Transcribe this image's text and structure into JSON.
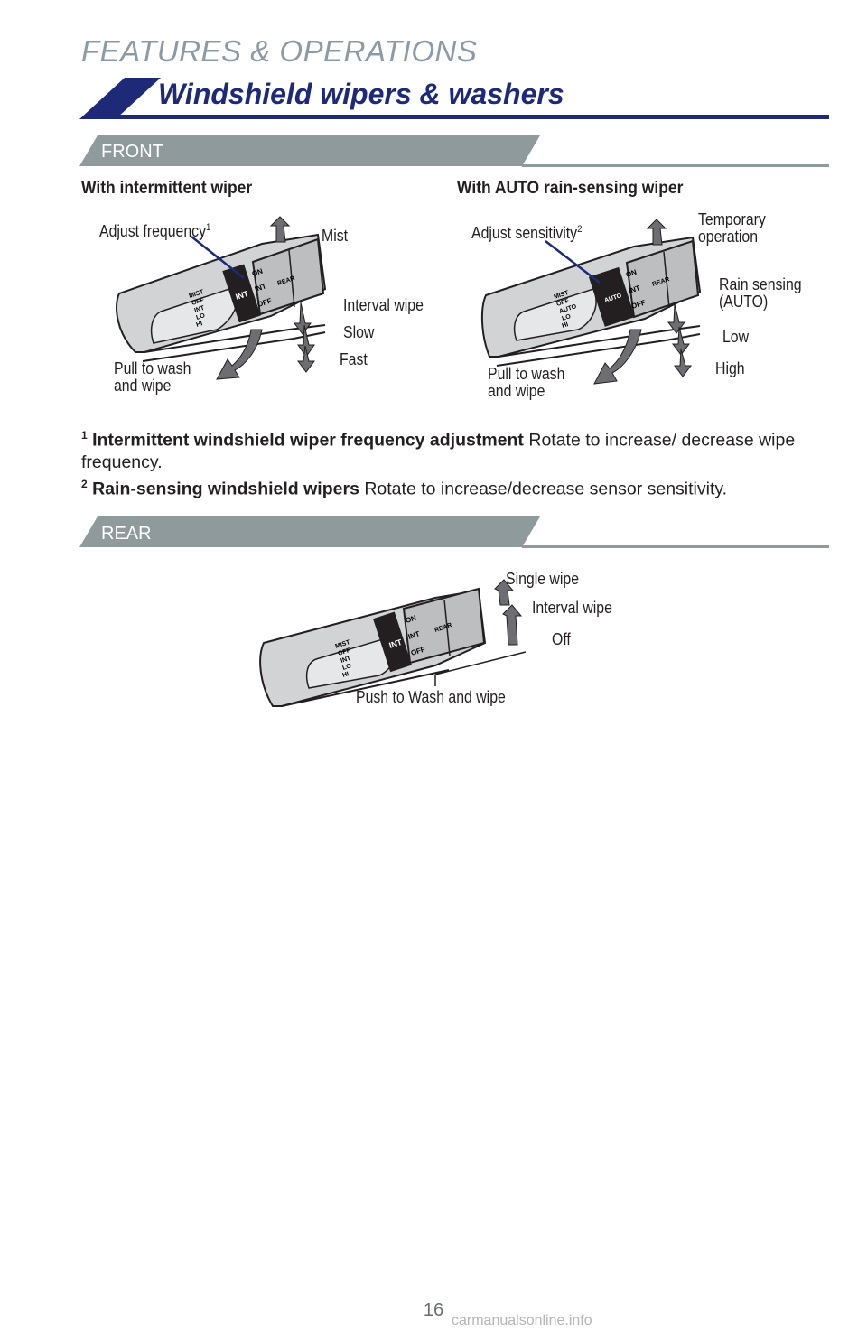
{
  "page": {
    "category": "FEATURES & OPERATIONS",
    "title": "Windshield wipers & washers",
    "page_number": "16",
    "watermark": "carmanualsonline.info"
  },
  "front": {
    "label": "FRONT",
    "intermittent": {
      "heading": "With intermittent wiper",
      "adjust": "Adjust frequency",
      "adjust_sup": "1",
      "mist": "Mist",
      "interval": "Interval wipe",
      "slow": "Slow",
      "fast": "Fast",
      "pull_1": "Pull to wash",
      "pull_2": "and wipe",
      "lever": {
        "mist": "MIST",
        "off": "OFF",
        "int": "INT",
        "lo": "LO",
        "hi": "HI",
        "ring_int": "INT",
        "on": "ON",
        "int2": "INT",
        "off2": "OFF",
        "rear": "REAR"
      }
    },
    "auto": {
      "heading": "With AUTO rain-sensing wiper",
      "adjust": "Adjust sensitivity",
      "adjust_sup": "2",
      "temp_1": "Temporary",
      "temp_2": "operation",
      "rain_1": "Rain sensing",
      "rain_2": "(AUTO)",
      "low": "Low",
      "high": "High",
      "pull_1": "Pull to wash",
      "pull_2": "and wipe",
      "lever": {
        "mist": "MIST",
        "off": "OFF",
        "auto": "AUTO",
        "lo": "LO",
        "hi": "HI",
        "ring_auto": "AUTO",
        "on": "ON",
        "int2": "INT",
        "off2": "OFF",
        "rear": "REAR"
      }
    }
  },
  "footnotes": {
    "n1": "1",
    "n1_bold": "Intermittent windshield wiper frequency adjustment",
    "n1_text": " Rotate to increase/ decrease wipe frequency.",
    "n2": "2",
    "n2_bold": "Rain-sensing windshield wipers",
    "n2_text": " Rotate to increase/decrease sensor sensitivity."
  },
  "rear": {
    "label": "REAR",
    "single": "Single wipe",
    "interval": "Interval wipe",
    "off": "Off",
    "push": "Push to Wash and wipe",
    "lever": {
      "mist": "MIST",
      "off": "OFF",
      "int": "INT",
      "lo": "LO",
      "hi": "HI",
      "ring_int": "INT",
      "on": "ON",
      "int2": "INT",
      "off2": "OFF",
      "rear": "REAR"
    }
  },
  "colors": {
    "navy": "#1e2a78",
    "gray_bar": "#8e9a9c",
    "arrow": "#6d6e71",
    "lever_fill": "#d1d3d4",
    "callout_line": "#1e2a78"
  }
}
